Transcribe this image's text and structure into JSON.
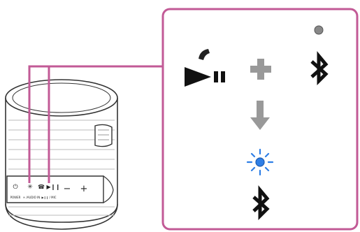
{
  "speaker": {
    "panel_labels": [
      "⏻",
      "✳",
      "☎ ▶❙❙",
      "−",
      "+"
    ],
    "panel_fine_print": [
      "POWER",
      "✳ /AUDIO IN",
      "▶❙❙ / MIC"
    ]
  },
  "callout": {
    "step1": {
      "left_icons": [
        "call-handset-icon",
        "play-pause-icon"
      ],
      "operator": "+",
      "right_icons": [
        "indicator-off-icon",
        "bluetooth-icon"
      ]
    },
    "arrow": "down",
    "step2": {
      "indicator_state": "blinking",
      "indicator_color": "#2f7fe6",
      "icon": "bluetooth-icon"
    }
  },
  "colors": {
    "callout_border": "#c25a96",
    "leader_line": "#c25a96",
    "outline": "#333333",
    "gray": "#999999",
    "indicator_off": "#888888",
    "indicator_blue": "#2f7fe6"
  }
}
